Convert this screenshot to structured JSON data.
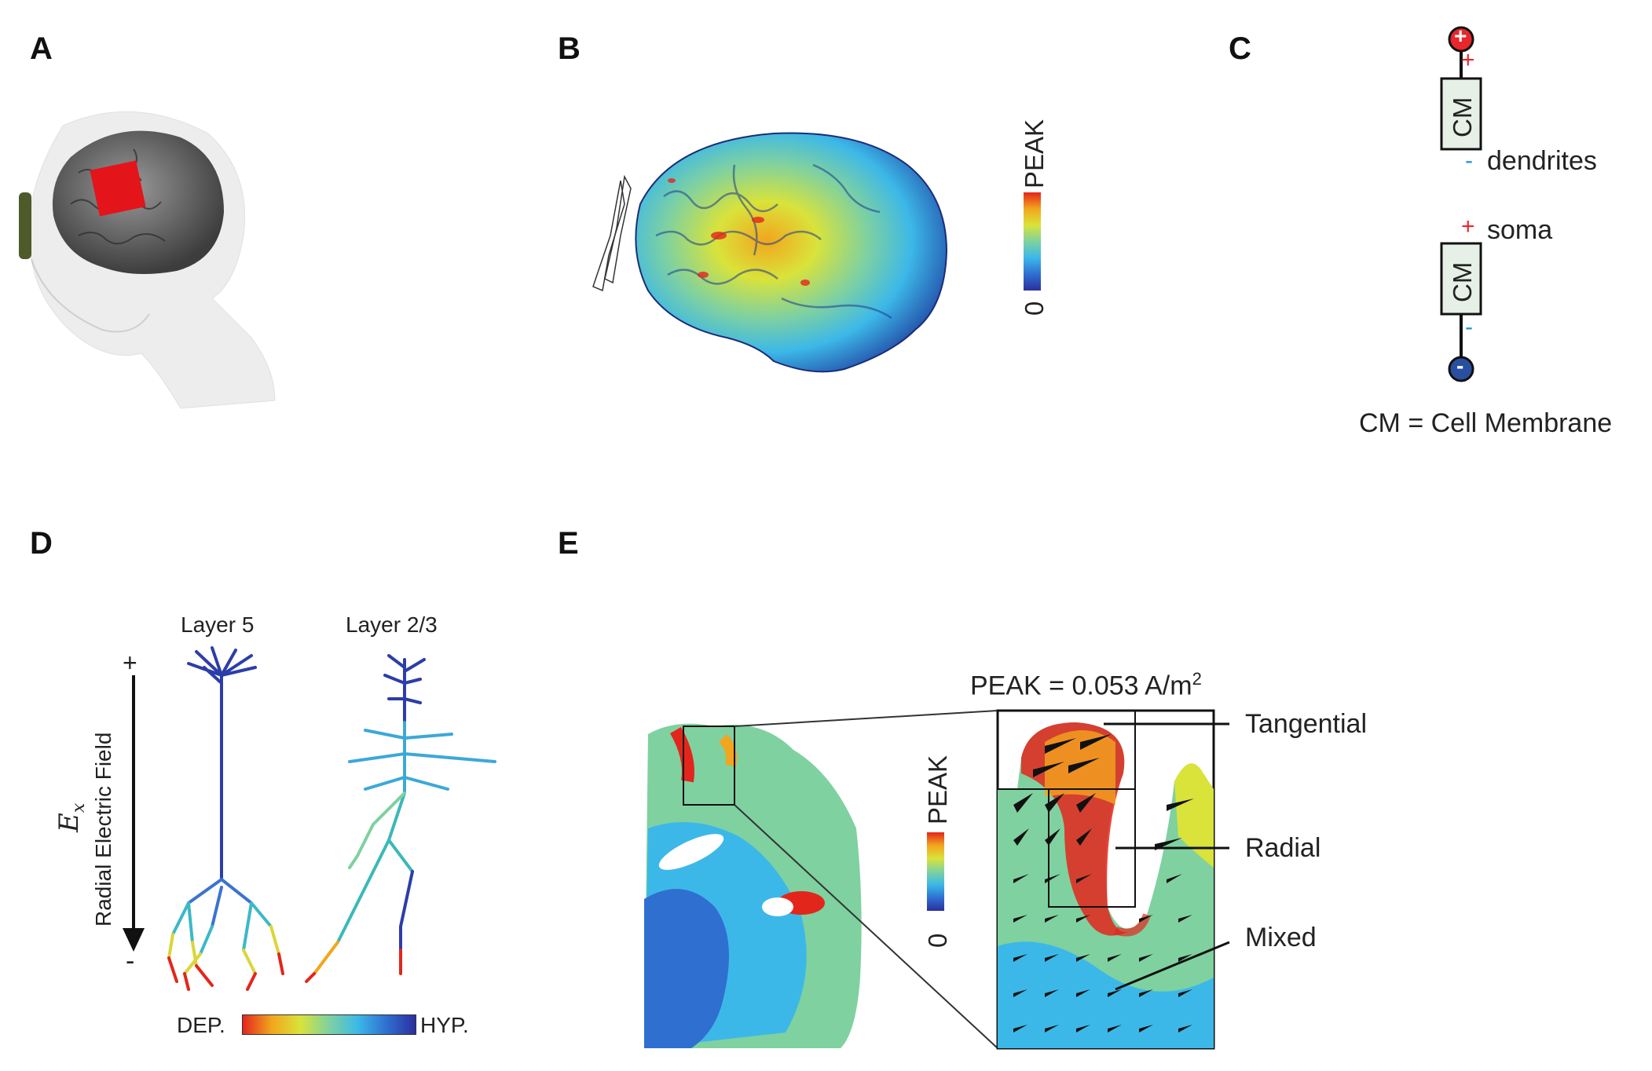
{
  "panels": {
    "A": {
      "label": "A"
    },
    "B": {
      "label": "B",
      "colorbar": {
        "max": "PEAK",
        "min": "0"
      }
    },
    "C": {
      "label": "C",
      "components": [
        "CM",
        "CM"
      ],
      "dendrites": "dendrites",
      "soma": "soma",
      "plus": "+",
      "minus": "-",
      "terminal_pos": "+",
      "terminal_neg": "-",
      "legend": "CM = Cell Membrane"
    },
    "D": {
      "label": "D",
      "layer5": "Layer 5",
      "layer23": "Layer 2/3",
      "axis_plus": "+",
      "axis_minus": "-",
      "axis_symbol": "E",
      "axis_symbol_sub": "x",
      "axis_label": "Radial Electric Field",
      "colorbar": {
        "left": "DEP.",
        "right": "HYP."
      }
    },
    "E": {
      "label": "E",
      "peak_label": "PEAK = 0.053 A/m",
      "peak_sup": "2",
      "colorbar": {
        "max": "PEAK",
        "min": "0"
      },
      "callouts": [
        "Tangential",
        "Radial",
        "Mixed"
      ]
    }
  },
  "colors": {
    "positive": "#e8262b",
    "negative": "#2a4fa0",
    "jet": [
      "#2b2f9e",
      "#2f6fd0",
      "#3cb8e8",
      "#7fd1a0",
      "#d9e33a",
      "#f2a51e",
      "#e3261c"
    ]
  }
}
